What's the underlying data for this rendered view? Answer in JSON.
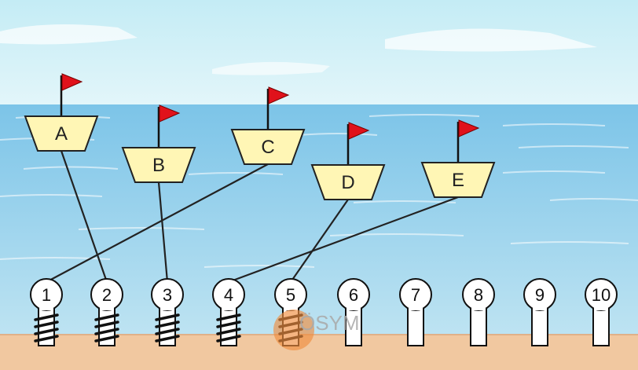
{
  "colors": {
    "sky": "#cdeff6",
    "sea_top": "#7cc4e8",
    "sea_bottom": "#bfe4f2",
    "sand": "#f1c8a0",
    "boat_fill": "#fff6b5",
    "flag": "#e0121b",
    "rope": "#222222",
    "watermark_circle": "#ef8d3f"
  },
  "boats": [
    {
      "label": "A",
      "moored_to": 2
    },
    {
      "label": "B",
      "moored_to": 3
    },
    {
      "label": "C",
      "moored_to": 1
    },
    {
      "label": "D",
      "moored_to": 5
    },
    {
      "label": "E",
      "moored_to": 4
    }
  ],
  "bollards": [
    {
      "label": "1",
      "rope_wound": true
    },
    {
      "label": "2",
      "rope_wound": true
    },
    {
      "label": "3",
      "rope_wound": true
    },
    {
      "label": "4",
      "rope_wound": true
    },
    {
      "label": "5",
      "rope_wound": true
    },
    {
      "label": "6",
      "rope_wound": false
    },
    {
      "label": "7",
      "rope_wound": false
    },
    {
      "label": "8",
      "rope_wound": false
    },
    {
      "label": "9",
      "rope_wound": false
    },
    {
      "label": "10",
      "rope_wound": false
    }
  ],
  "watermark": "ÖSYM"
}
